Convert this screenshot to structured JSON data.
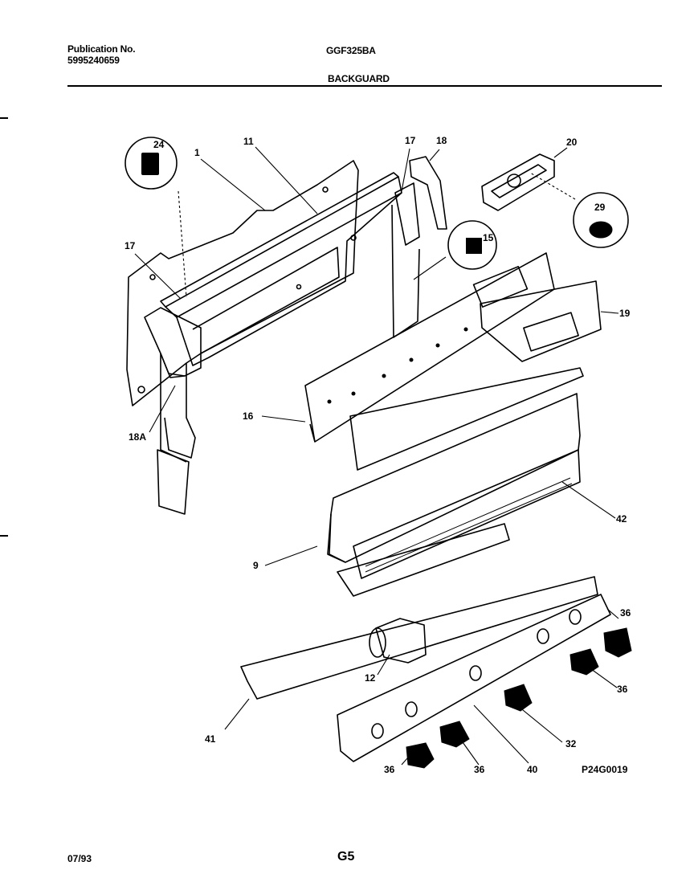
{
  "header": {
    "publication_label": "Publication No.",
    "publication_number": "5995240659",
    "model": "GGF325BA",
    "section": "BACKGUARD"
  },
  "callouts": {
    "c1": "1",
    "c11": "11",
    "c17a": "17",
    "c18": "18",
    "c20": "20",
    "c24": "24",
    "c29": "29",
    "c15": "15",
    "c17b": "17",
    "c19": "19",
    "c16": "16",
    "c18a": "18A",
    "c42": "42",
    "c9": "9",
    "c36a": "36",
    "c36b": "36",
    "c12": "12",
    "c32": "32",
    "c41": "41",
    "c40": "40",
    "c36c": "36",
    "c36d": "36"
  },
  "diagram_code": "P24G0019",
  "footer": {
    "date": "07/93",
    "page": "G5"
  }
}
